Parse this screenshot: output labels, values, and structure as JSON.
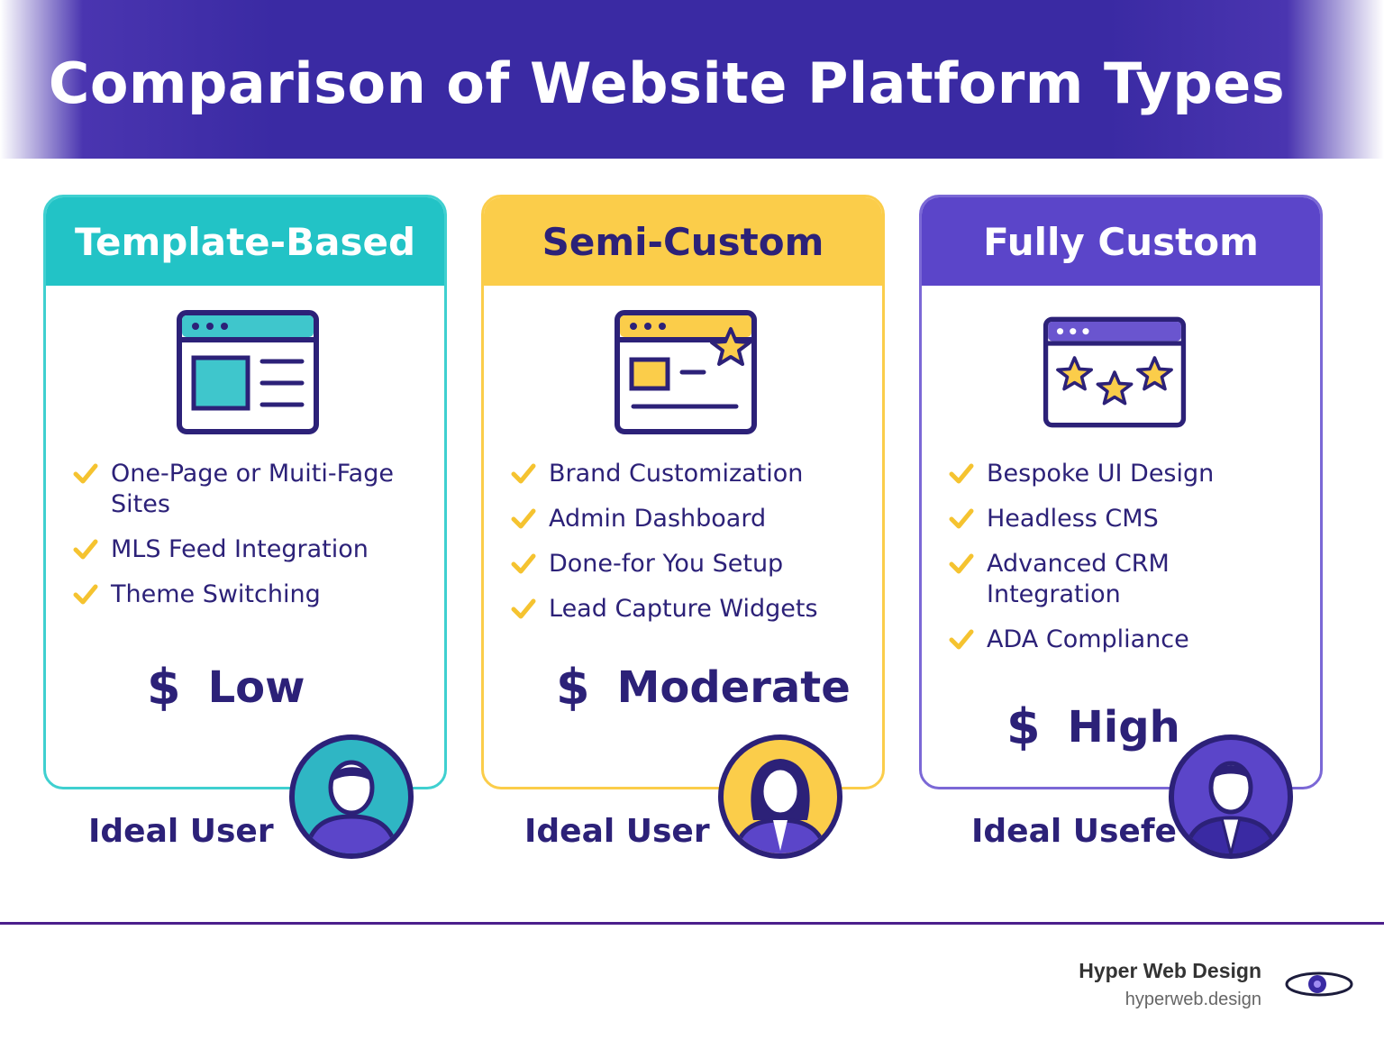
{
  "header": {
    "title": "Comparison of Website Platform Types"
  },
  "colors": {
    "teal": "#22c3c6",
    "yellow": "#fbcd4a",
    "purple": "#5b45c9",
    "navy": "#2c2178",
    "check": "#f5c330"
  },
  "cards": [
    {
      "title": "Template-Based",
      "features": [
        "One-Page or Muiti-Fage Sites",
        "MLS Feed Integration",
        "Theme Switching"
      ],
      "price_symbol": "$",
      "price_label": "Low",
      "ideal_user": "Ideal User"
    },
    {
      "title": "Semi-Custom",
      "features": [
        "Brand Customization",
        "Admin Dashboard",
        "Done-for You Setup",
        "Lead Capture Widgets"
      ],
      "price_symbol": "$",
      "price_label": "Moderate",
      "ideal_user": "Ideal User"
    },
    {
      "title": "Fully Custom",
      "features": [
        "Bespoke UI Design",
        "Headless CMS",
        "Advanced CRM Integration",
        "ADA Compliance"
      ],
      "price_symbol": "$",
      "price_label": "High",
      "ideal_user": "Ideal Usefe"
    }
  ],
  "footer": {
    "brand": "Hyper Web Design",
    "url": "hyperweb.design"
  }
}
